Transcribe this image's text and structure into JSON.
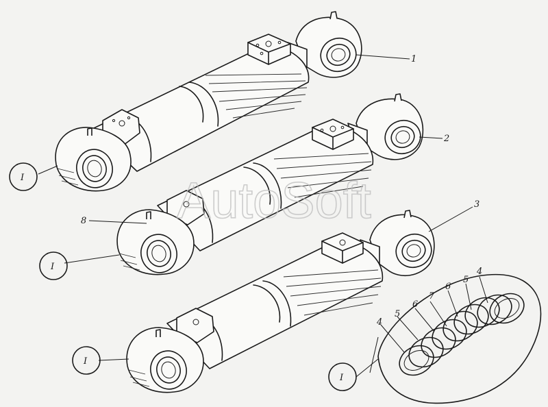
{
  "watermark": "AutoSoft",
  "callouts": {
    "c1": "1",
    "c2": "2",
    "c3": "3",
    "c4a": "4",
    "c4b": "4",
    "c5a": "5",
    "c5b": "5",
    "c6a": "6",
    "c6b": "6",
    "c7": "7",
    "c8": "8"
  },
  "detail_marks": {
    "m1": "I",
    "m2": "I",
    "m3": "I",
    "m4": "I"
  }
}
